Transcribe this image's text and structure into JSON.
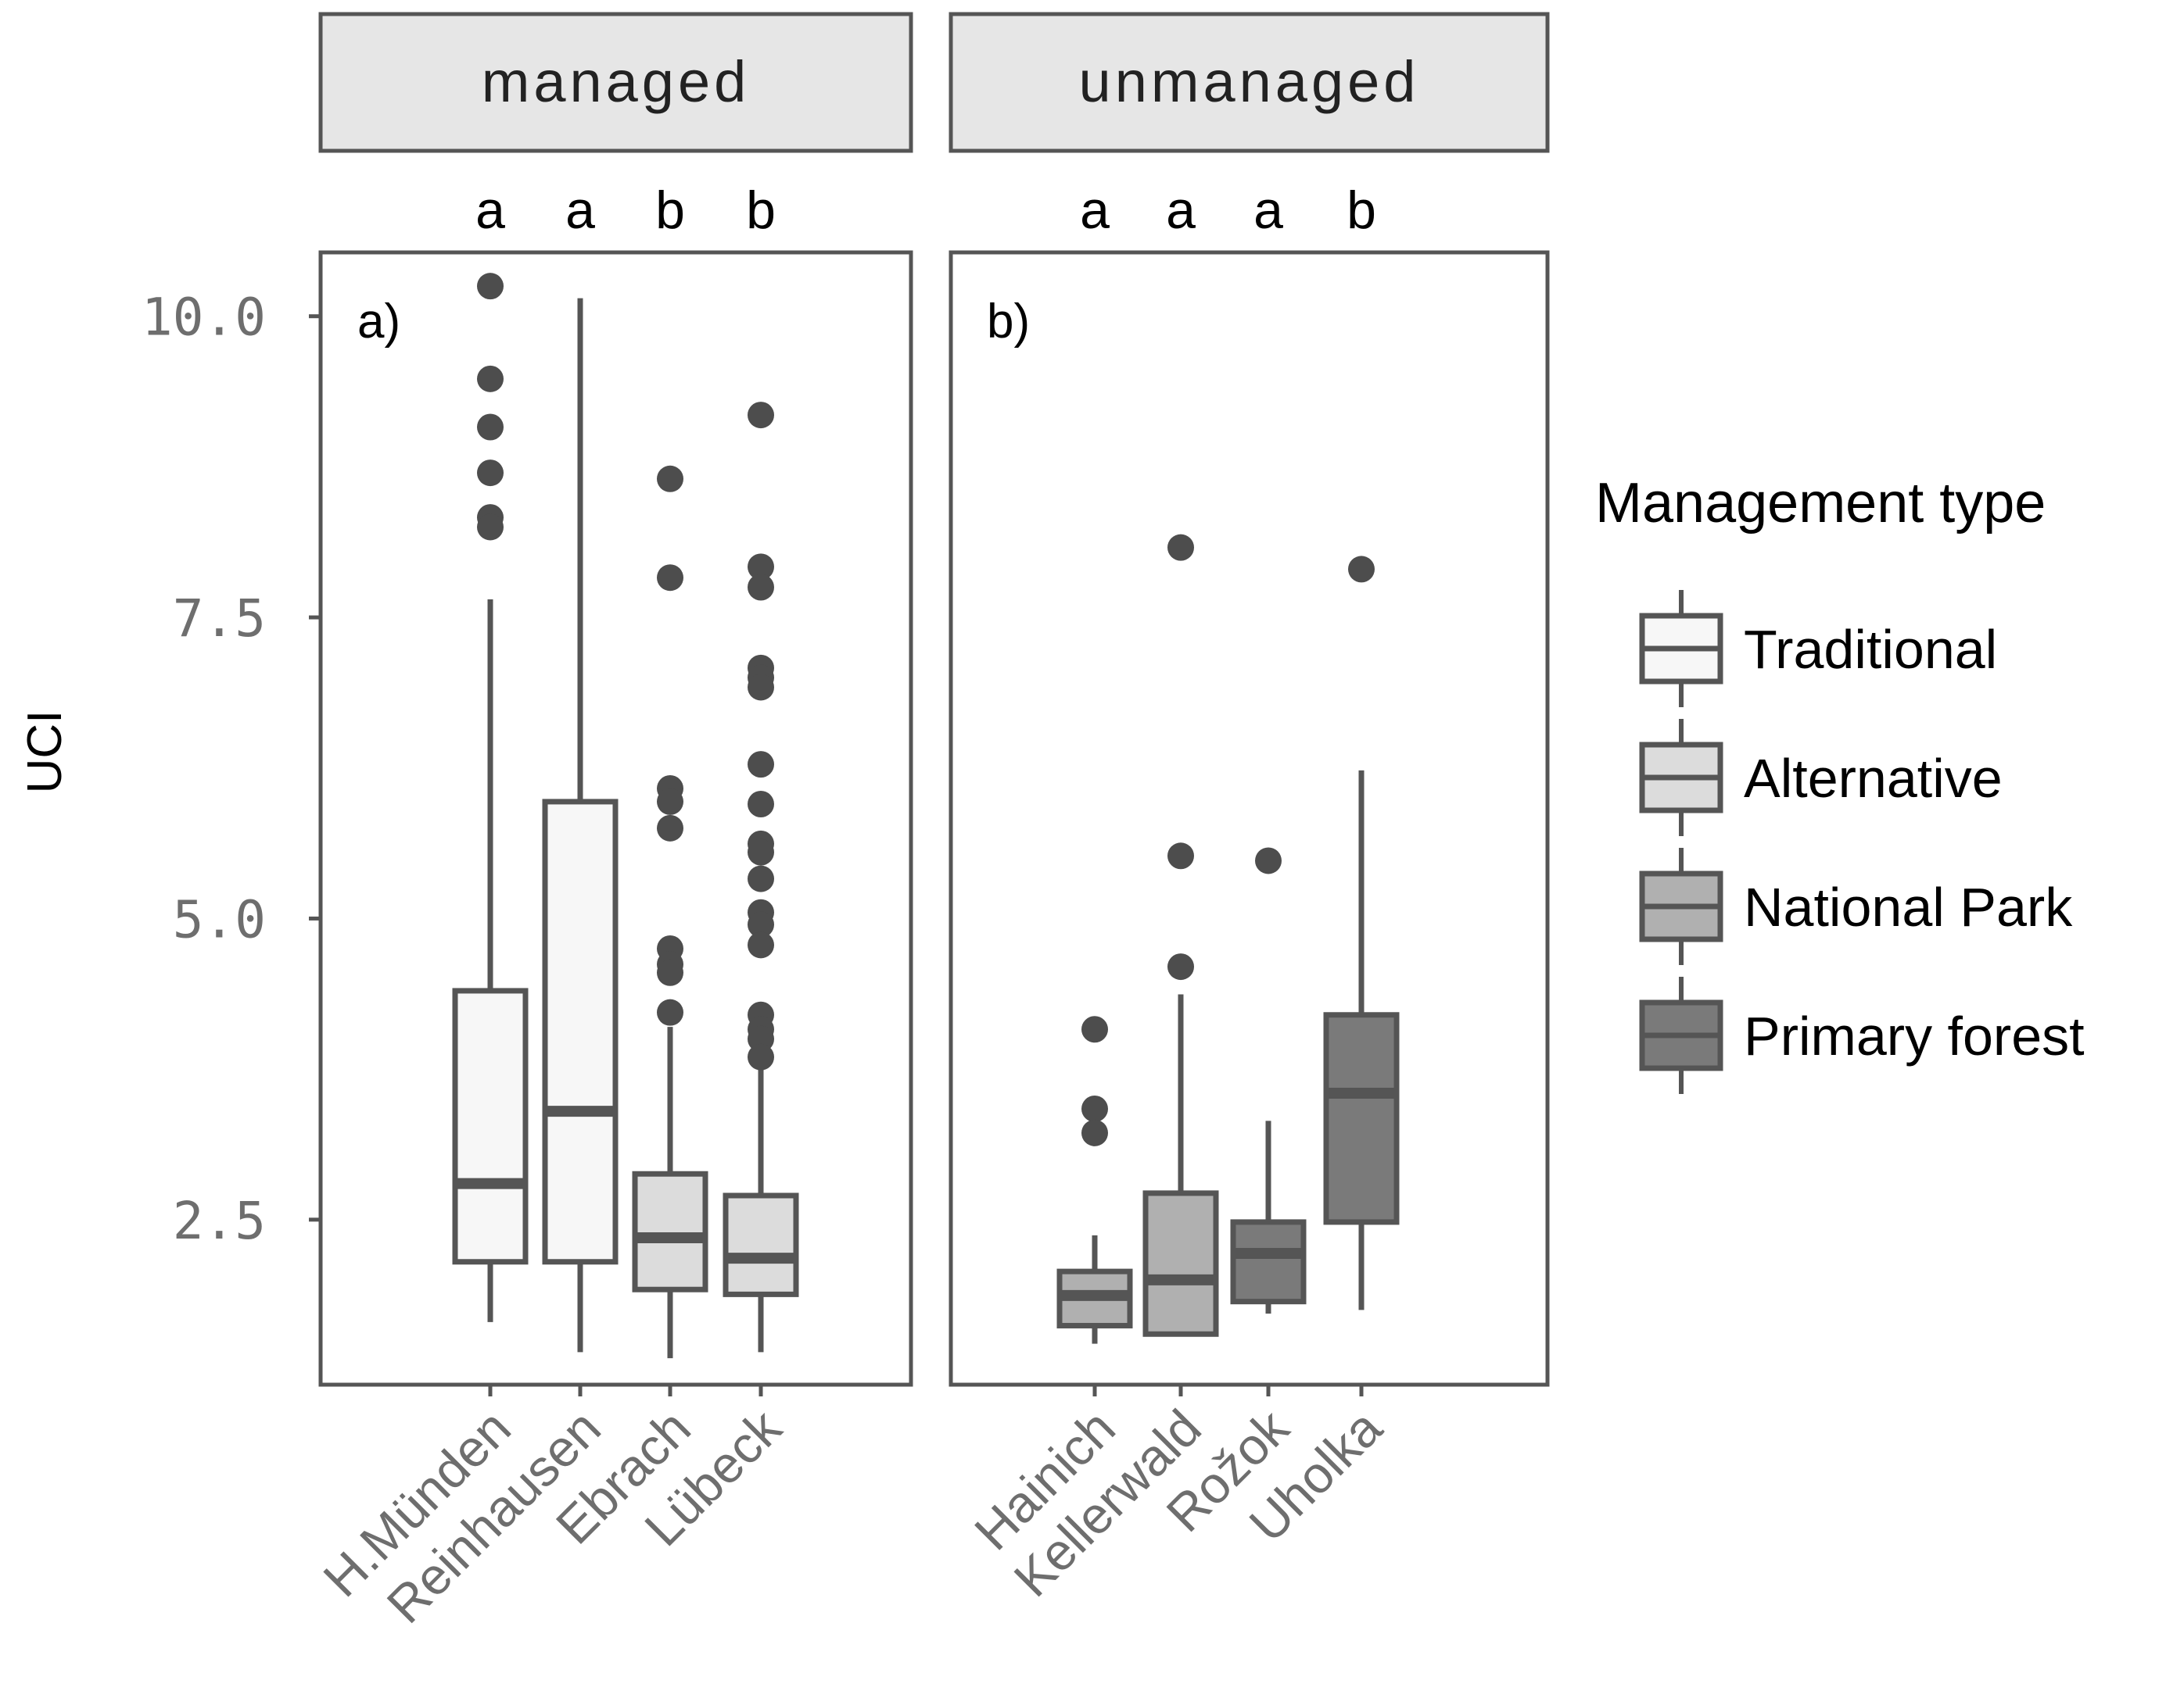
{
  "chart_data": {
    "type": "box",
    "ylabel": "UCI",
    "yticks": [
      "10.0",
      "7.5",
      "5.0",
      "2.5"
    ],
    "ytick_values": [
      10.0,
      7.5,
      5.0,
      2.5
    ],
    "ylim": [
      1.13,
      10.53
    ],
    "grid": false,
    "legend_position": "right",
    "legend": {
      "title": "Management type",
      "entries": [
        {
          "label": "Traditional",
          "fill": "#f7f7f7"
        },
        {
          "label": "Alternative",
          "fill": "#dcdcdc"
        },
        {
          "label": "National Park",
          "fill": "#b0b0b0"
        },
        {
          "label": "Primary forest",
          "fill": "#7a7a7a"
        }
      ]
    },
    "colors": {
      "line": "#555555",
      "strip_fill": "#e6e6e6",
      "tick_label": "#6e6e6e"
    },
    "facets": [
      {
        "strip": "managed",
        "panel_label": "a)",
        "categories": [
          {
            "name": "H.Münden",
            "group": "a",
            "type": "Traditional",
            "whisker_low": 1.65,
            "q1": 2.15,
            "median": 2.8,
            "q3": 4.4,
            "whisker_high": 7.65,
            "outliers": [
              10.25,
              9.48,
              9.08,
              8.7,
              8.33,
              8.25
            ]
          },
          {
            "name": "Reinhausen",
            "group": "a",
            "type": "Traditional",
            "whisker_low": 1.4,
            "q1": 2.15,
            "median": 3.4,
            "q3": 5.97,
            "whisker_high": 10.15,
            "outliers": []
          },
          {
            "name": "Ebrach",
            "group": "b",
            "type": "Alternative",
            "whisker_low": 1.35,
            "q1": 1.92,
            "median": 2.35,
            "q3": 2.88,
            "whisker_high": 4.1,
            "outliers": [
              8.65,
              7.83,
              6.08,
              5.97,
              5.75,
              4.75,
              4.62,
              4.55,
              4.22
            ]
          },
          {
            "name": "Lübeck",
            "group": "b",
            "type": "Alternative",
            "whisker_low": 1.4,
            "q1": 1.88,
            "median": 2.18,
            "q3": 2.7,
            "whisker_high": 3.75,
            "outliers": [
              9.18,
              7.92,
              7.75,
              7.08,
              7.0,
              6.92,
              6.28,
              5.95,
              5.62,
              5.55,
              5.33,
              5.05,
              4.95,
              4.78,
              4.2,
              4.08,
              4.0,
              3.85
            ]
          }
        ]
      },
      {
        "strip": "unmanaged",
        "panel_label": "b)",
        "categories": [
          {
            "name": "Hainich",
            "group": "a",
            "type": "National Park",
            "whisker_low": 1.47,
            "q1": 1.62,
            "median": 1.87,
            "q3": 2.07,
            "whisker_high": 2.37,
            "outliers": [
              4.08,
              3.42,
              3.22
            ]
          },
          {
            "name": "Kellerwald",
            "group": "a",
            "type": "National Park",
            "whisker_low": 1.55,
            "q1": 1.55,
            "median": 2.0,
            "q3": 2.72,
            "whisker_high": 4.37,
            "outliers": [
              8.08,
              5.52,
              4.6
            ]
          },
          {
            "name": "Rožok",
            "group": "a",
            "type": "Primary forest",
            "whisker_low": 1.72,
            "q1": 1.82,
            "median": 2.22,
            "q3": 2.48,
            "whisker_high": 3.32,
            "outliers": [
              5.48
            ]
          },
          {
            "name": "Uholka",
            "group": "b",
            "type": "Primary forest",
            "whisker_low": 1.75,
            "q1": 2.48,
            "median": 3.55,
            "q3": 4.2,
            "whisker_high": 6.23,
            "outliers": [
              7.9
            ]
          }
        ]
      }
    ]
  }
}
